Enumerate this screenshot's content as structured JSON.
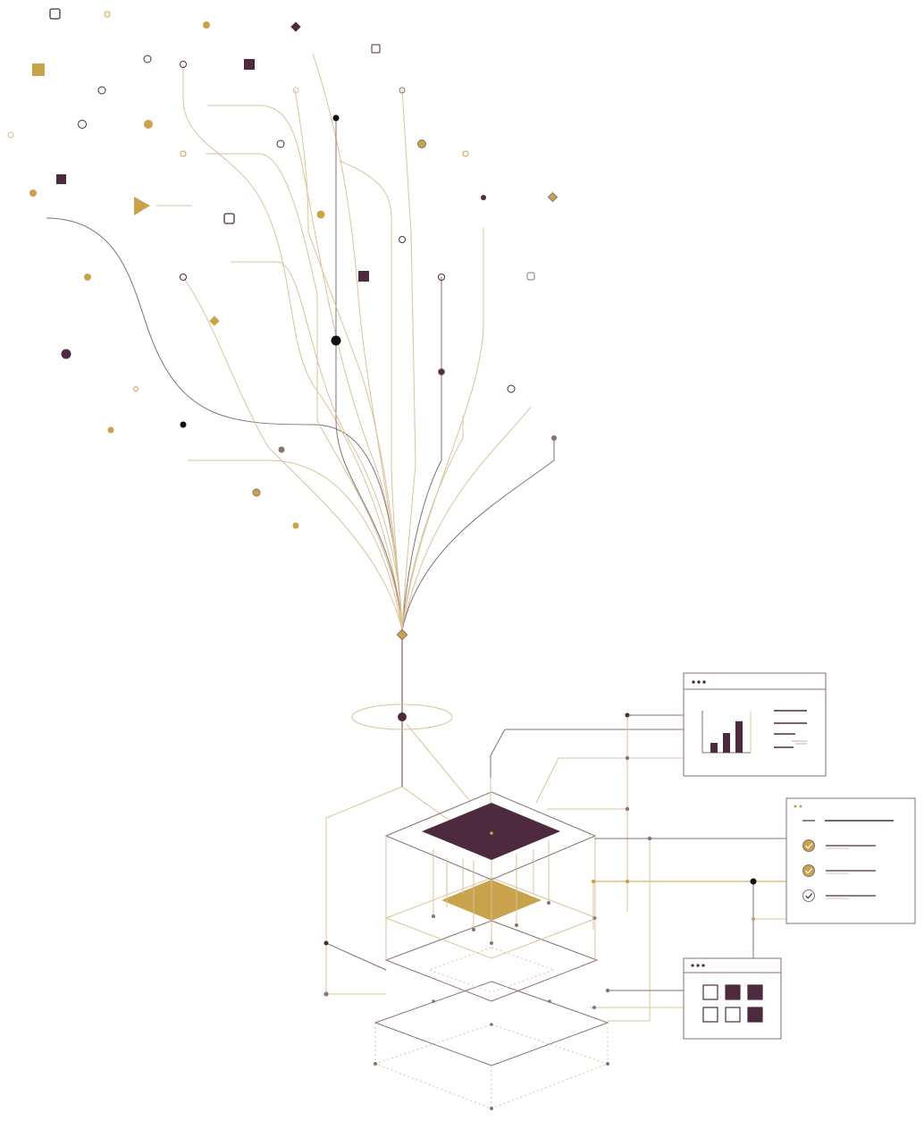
{
  "palette": {
    "plum": "#4e2a3f",
    "gold": "#c9a24c",
    "ink": "#111111",
    "line": "#8a6f73",
    "light_line": "#d9c39a"
  },
  "icons": {
    "dashboard_window": "bar-chart-window-icon",
    "checklist_window": "checklist-window-icon",
    "grid_window": "tile-grid-window-icon"
  },
  "dashboard_bars": [
    0.25,
    0.5,
    0.8
  ],
  "checklist": [
    {
      "checked": false,
      "style": "header"
    },
    {
      "checked": true,
      "style": "filled"
    },
    {
      "checked": true,
      "style": "filled"
    },
    {
      "checked": true,
      "style": "outline"
    }
  ],
  "tiles": [
    "empty",
    "filled",
    "filled",
    "empty",
    "empty",
    "filled"
  ]
}
